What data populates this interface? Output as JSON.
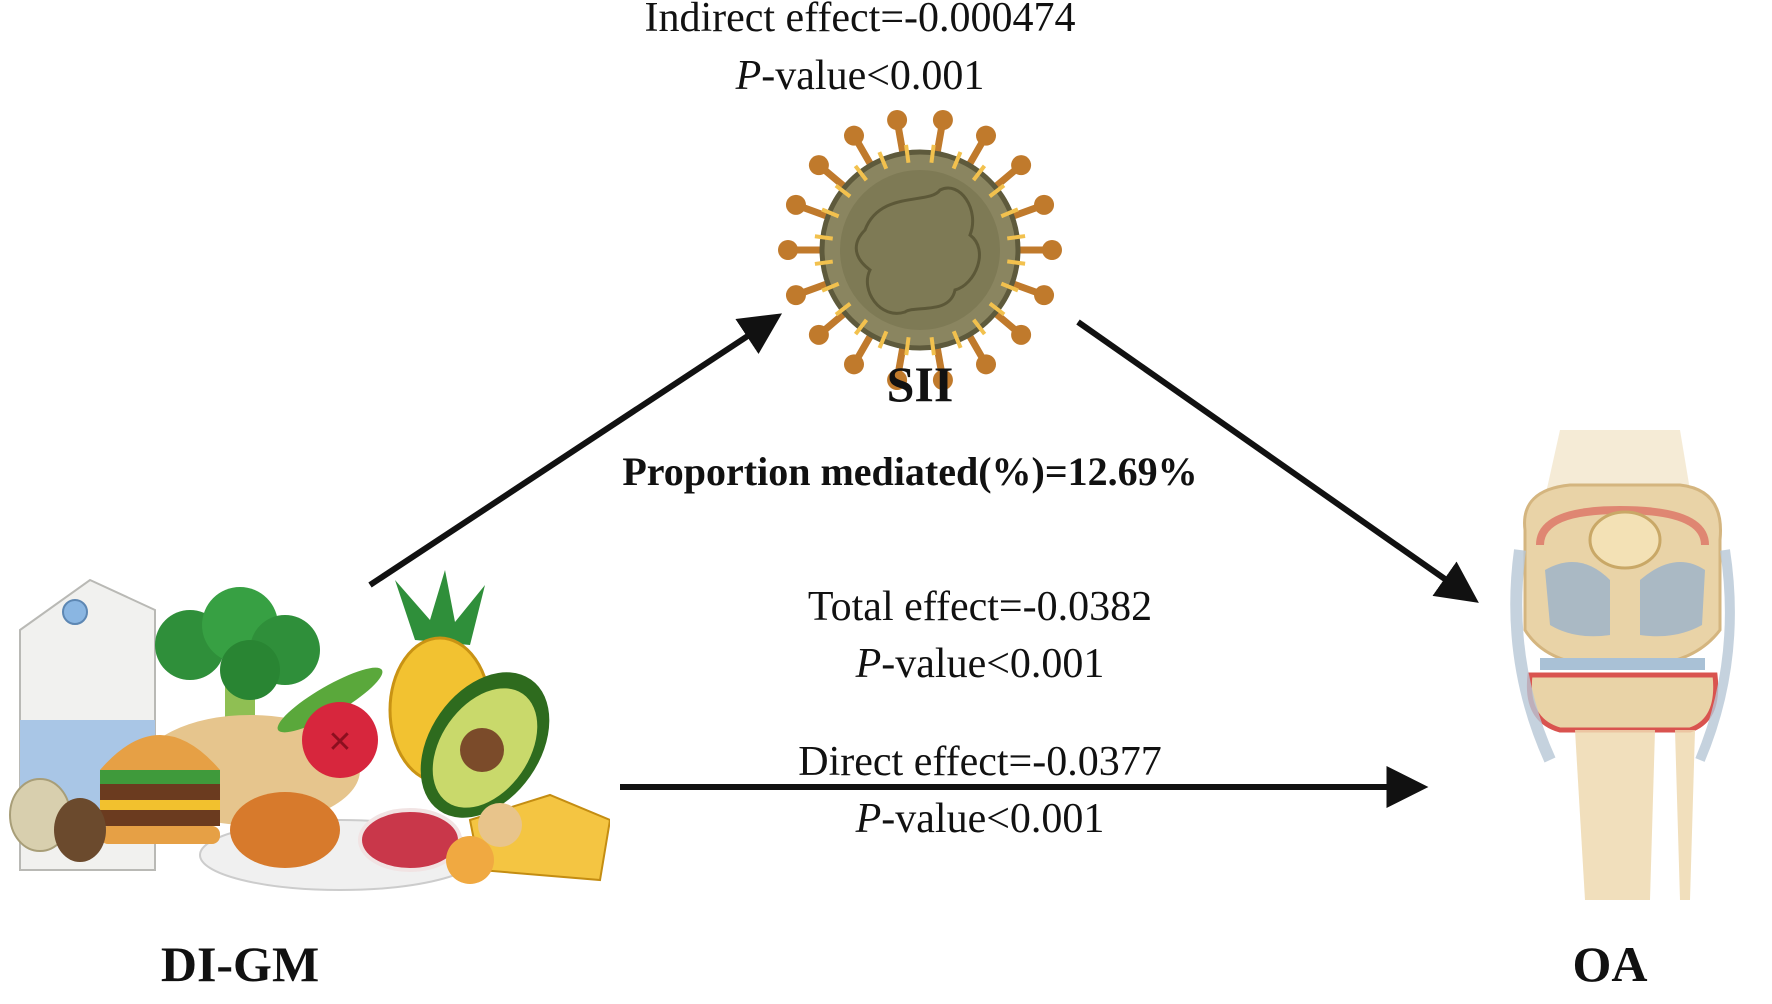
{
  "nodes": {
    "exposure": {
      "label": "DI-GM",
      "icon": "food-icon"
    },
    "mediator": {
      "label": "SII",
      "icon": "cell-icon"
    },
    "outcome": {
      "label": "OA",
      "icon": "knee-joint-icon"
    }
  },
  "indirect": {
    "effect_text": "Indirect effect=-0.000474",
    "p_prefix": "P",
    "p_text": "-value<0.001"
  },
  "proportion": {
    "text": "Proportion mediated(%)=12.69%"
  },
  "total": {
    "effect_text": "Total effect=-0.0382",
    "p_prefix": "P",
    "p_text": "-value<0.001"
  },
  "direct": {
    "effect_text": "Direct effect=-0.0377",
    "p_prefix": "P",
    "p_text": "-value<0.001"
  },
  "colors": {
    "arrow": "#111111",
    "cell_body": "#8a8560",
    "cell_spikes": "#c07a2c",
    "cell_ticks": "#f2c14e",
    "bone": "#e9d3a7",
    "cartilage": "#9fb4c9",
    "inflammation": "#d9534f"
  }
}
